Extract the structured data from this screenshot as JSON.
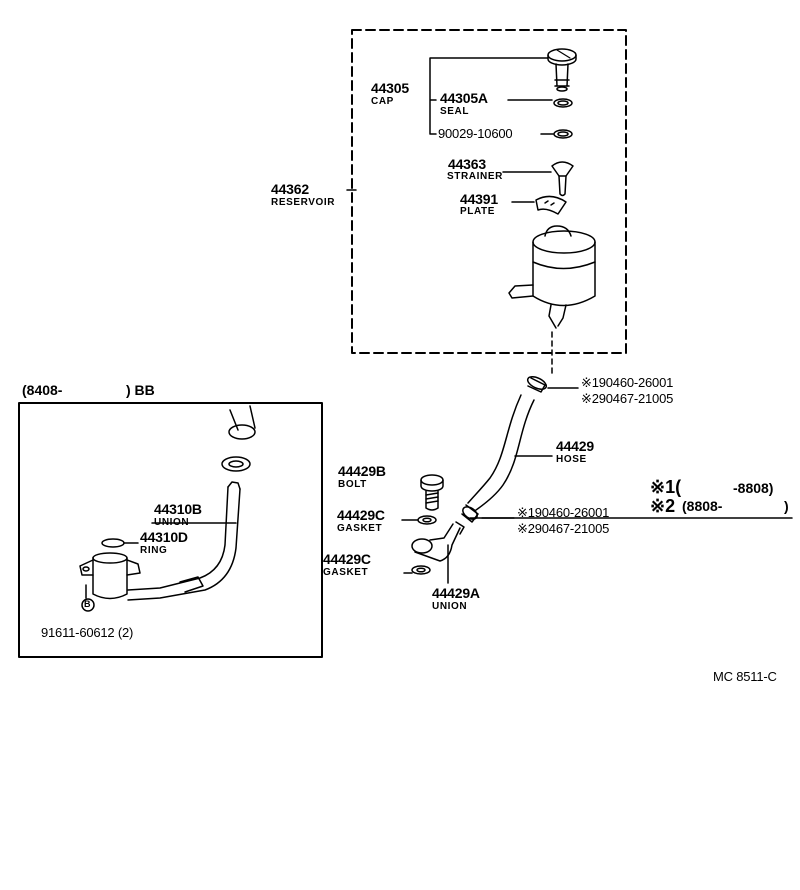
{
  "diagram": {
    "reservoir_group": {
      "reservoir": {
        "number": "44362",
        "name": "RESERVOIR"
      },
      "cap": {
        "number": "44305",
        "name": "CAP"
      },
      "seal": {
        "number": "44305A",
        "name": "SEAL"
      },
      "o_ring_part": "90029-10600",
      "strainer": {
        "number": "44363",
        "name": "STRAINER"
      },
      "plate": {
        "number": "44391",
        "name": "PLATE"
      }
    },
    "hose_group": {
      "clamp_upper_1": "※190460-26001",
      "clamp_upper_2": "※290467-21005",
      "hose": {
        "number": "44429",
        "name": "HOSE"
      },
      "bolt": {
        "number": "44429B",
        "name": "BOLT"
      },
      "gasket_1": {
        "number": "44429C",
        "name": "GASKET"
      },
      "gasket_2": {
        "number": "44429C",
        "name": "GASKET"
      },
      "union": {
        "number": "44429A",
        "name": "UNION"
      },
      "clamp_lower_1": "※190460-26001",
      "clamp_lower_2": "※290467-21005"
    },
    "applicability": {
      "note1_mark": "※1(",
      "note1_range": "-8808)",
      "note2_mark": "※2",
      "note2_range": "(8808-",
      "note2_close": ")"
    },
    "inset": {
      "title_date": "(8408-",
      "title_suffix": ") BB",
      "union": {
        "number": "44310B",
        "name": "UNION"
      },
      "ring": {
        "number": "44310D",
        "name": "RING"
      },
      "bolt_ref_mark": "B",
      "bolt_part": "91611-60612 (2)"
    },
    "drawing_id": "MC 8511-C"
  }
}
